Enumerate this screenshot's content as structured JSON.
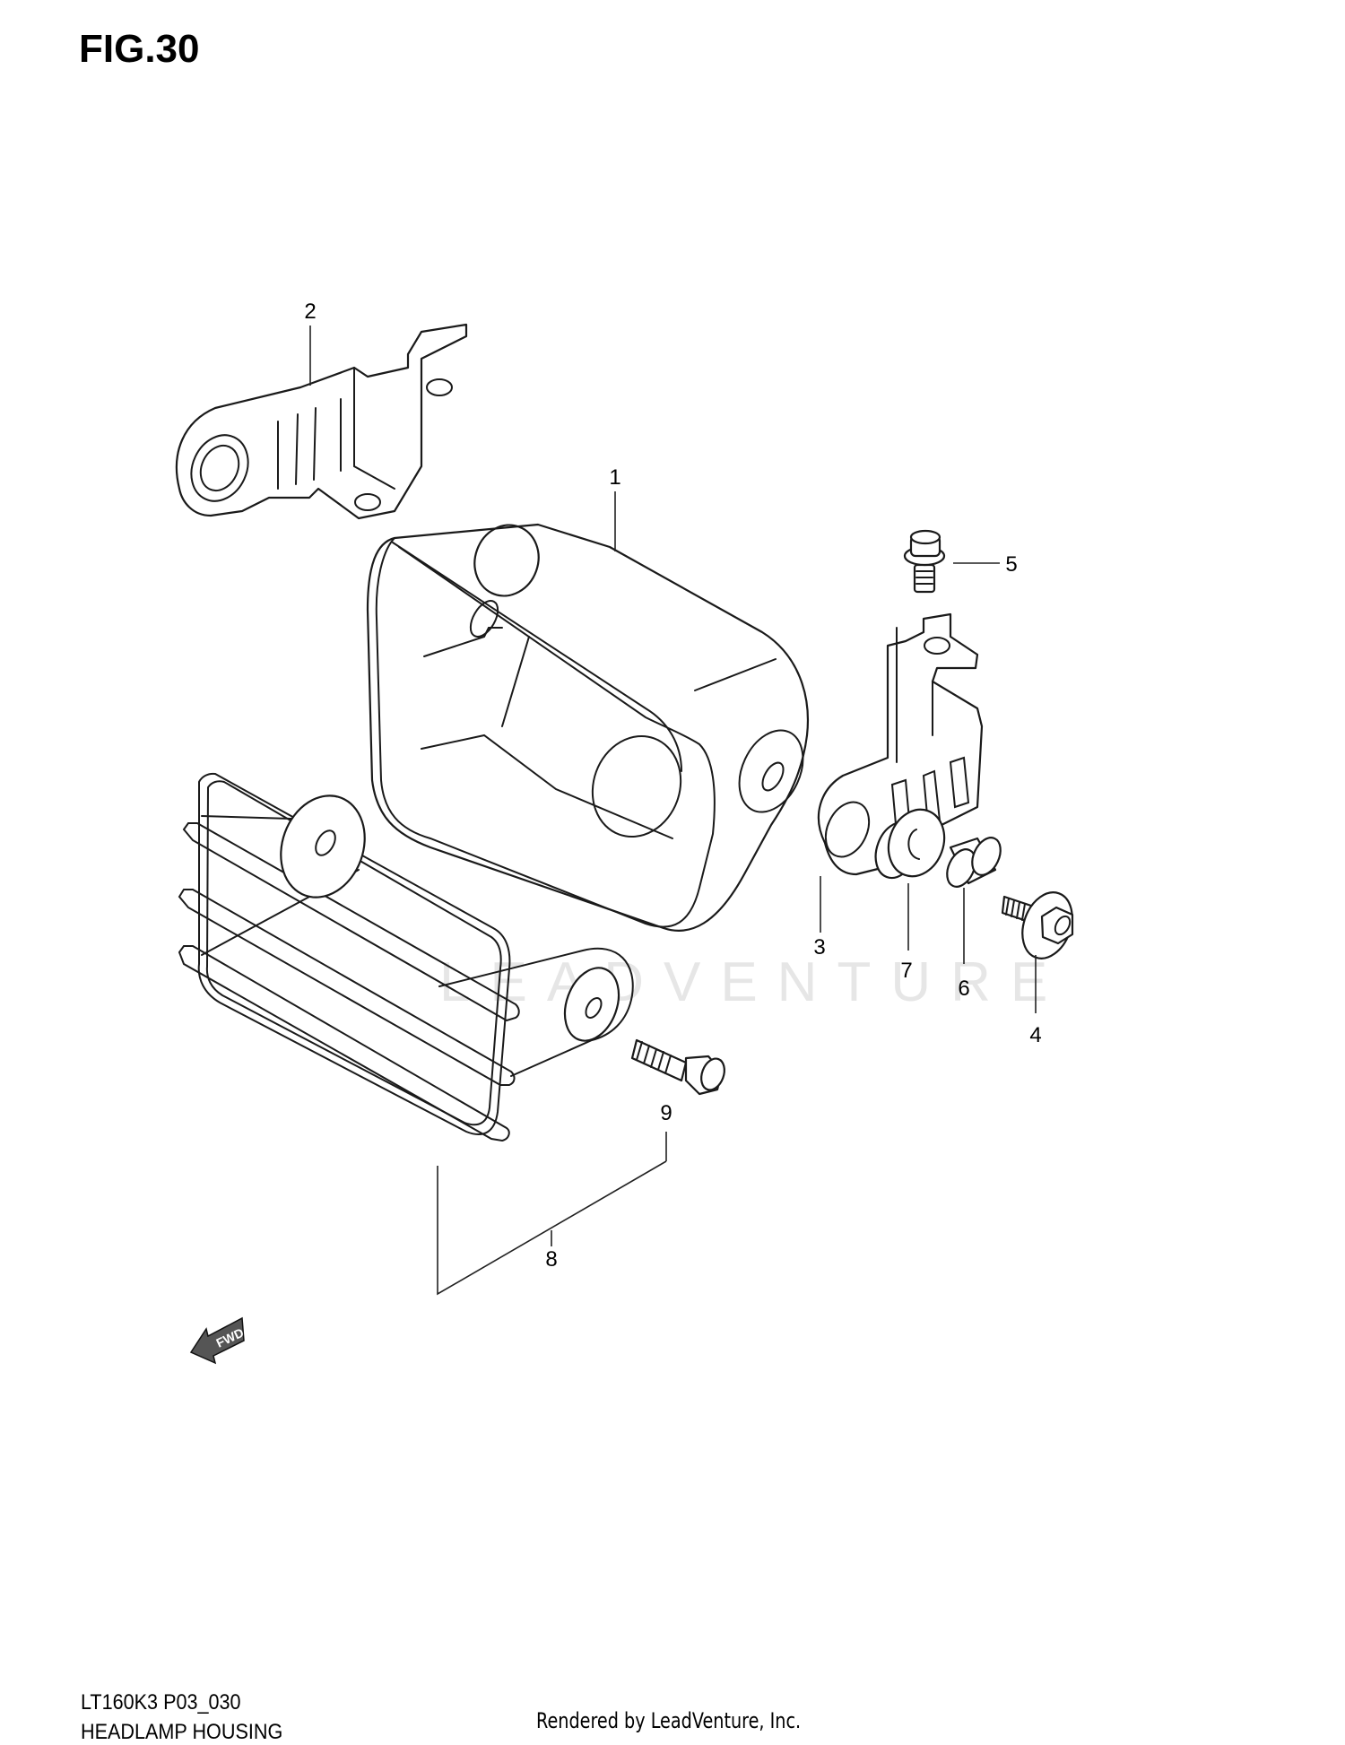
{
  "header": {
    "figure_label": "FIG.30"
  },
  "diagram": {
    "title": "HEADLAMP HOUSING",
    "watermark": "LEADVENTURE",
    "direction_indicator": "FWD",
    "callouts": [
      {
        "number": "1",
        "part": "headlamp-housing"
      },
      {
        "number": "2",
        "part": "bracket-left"
      },
      {
        "number": "3",
        "part": "bracket-right"
      },
      {
        "number": "4",
        "part": "bolt"
      },
      {
        "number": "5",
        "part": "bolt"
      },
      {
        "number": "6",
        "part": "spacer"
      },
      {
        "number": "7",
        "part": "cushion"
      },
      {
        "number": "8",
        "part": "headlamp-guard"
      },
      {
        "number": "9",
        "part": "bolt"
      }
    ]
  },
  "footer": {
    "model_code": "LT160K3 P03_030",
    "section_title": "HEADLAMP HOUSING",
    "credit": "Rendered by LeadVenture, Inc."
  }
}
